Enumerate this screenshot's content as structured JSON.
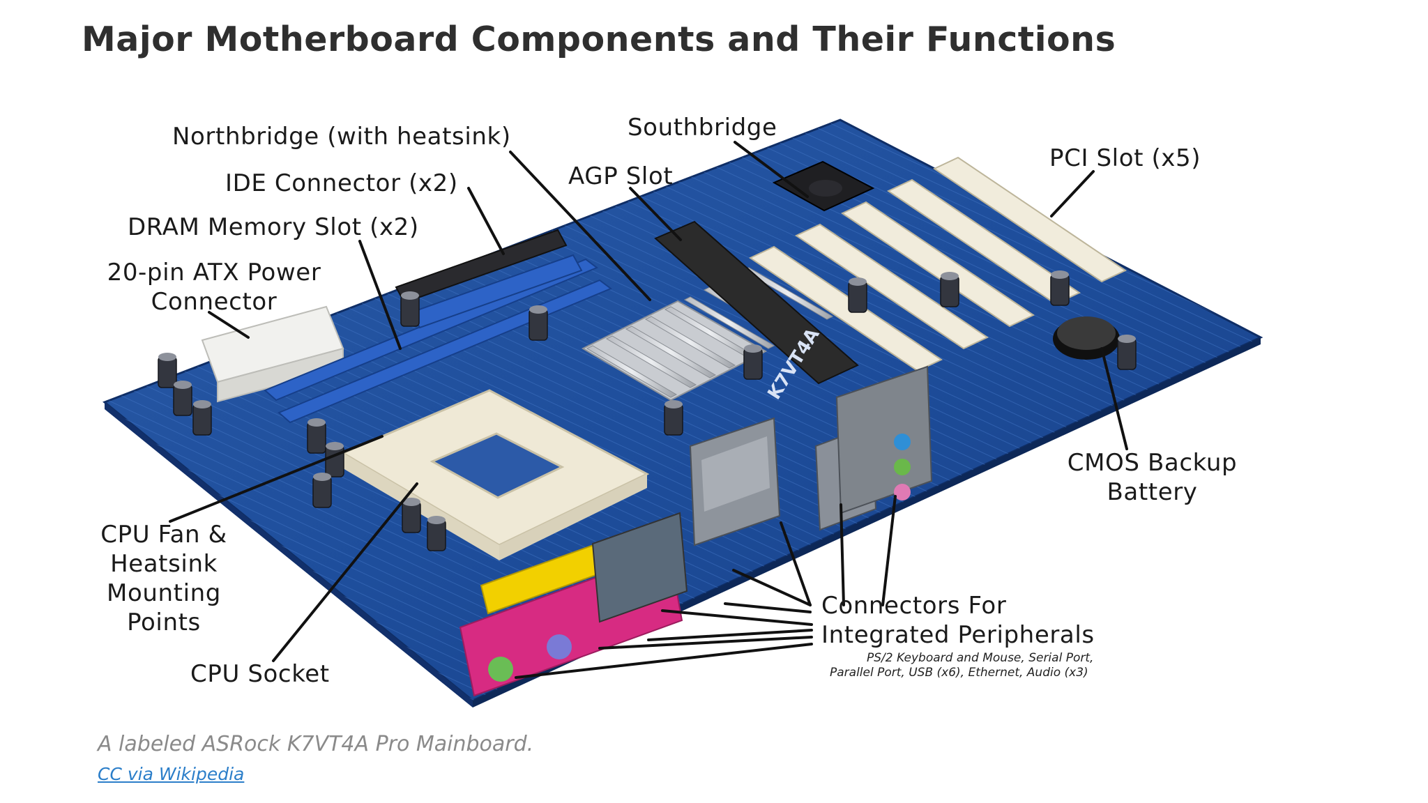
{
  "title": "Major Motherboard Components and Their Functions",
  "labels": {
    "northbridge": "Northbridge (with heatsink)",
    "southbridge": "Southbridge",
    "pci": "PCI Slot (x5)",
    "ide": "IDE Connector (x2)",
    "agp": "AGP Slot",
    "dram": "DRAM Memory Slot (x2)",
    "atx_line1": "20-pin ATX Power",
    "atx_line2": "Connector",
    "cmos_line1": "CMOS Backup",
    "cmos_line2": "Battery",
    "fan_line1": "CPU Fan &",
    "fan_line2": "Heatsink",
    "fan_line3": "Mounting",
    "fan_line4": "Points",
    "cpu_socket": "CPU Socket",
    "periph_line1": "Connectors For",
    "periph_line2": "Integrated Peripherals",
    "periph_note_line1": "PS/2 Keyboard and Mouse, Serial Port,",
    "periph_note_line2": "Parallel Port, USB (x6), Ethernet, Audio (x3)"
  },
  "board_marking": "K7VT4A",
  "caption": "A labeled ASRock K7VT4A Pro Mainboard.",
  "credit": "CC via Wikipedia"
}
